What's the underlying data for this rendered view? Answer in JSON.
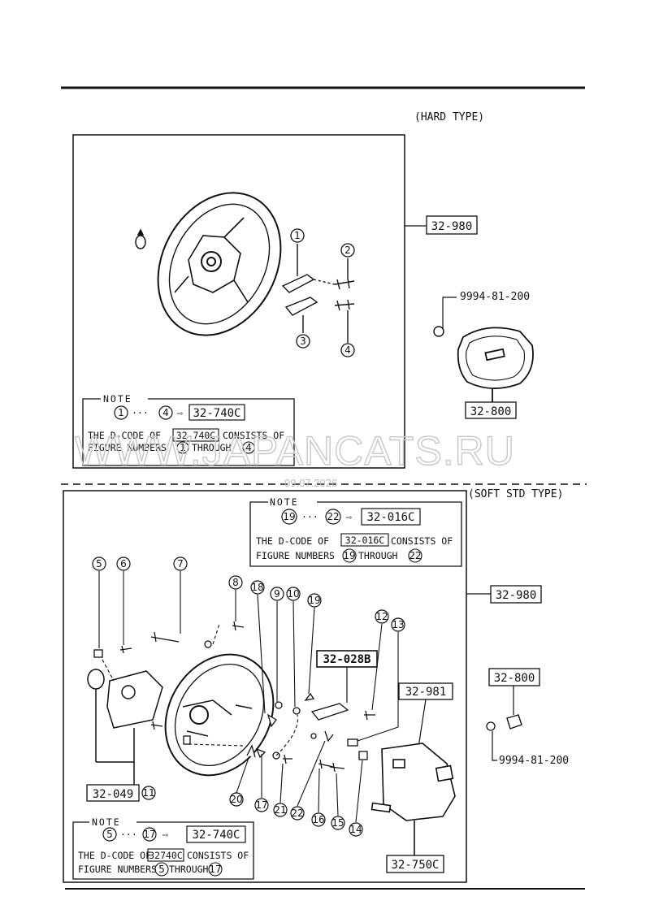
{
  "hard": {
    "header": "(HARD TYPE)",
    "assembly_code": "32-980",
    "pad_code": "32-800",
    "part_number": "9994-81-200",
    "callouts": [
      "1",
      "2",
      "3",
      "4"
    ],
    "note": {
      "title": "NOTE",
      "from": "1",
      "to": "4",
      "code": "32-740C",
      "text_prefix": "THE D-CODE OF",
      "text_code": "32-740C",
      "text_suffix": "CONSISTS OF",
      "line2_prefix": "FIGURE NUMBERS",
      "line2_through": "THROUGH"
    }
  },
  "soft": {
    "header": "(SOFT STD TYPE)",
    "assembly_code": "32-980",
    "pad_code": "32-800",
    "part_number": "9994-81-200",
    "code_028b": "32-028B",
    "code_981": "32-981",
    "code_049": "32-049",
    "code_049_num": "11",
    "code_750c": "32-750C",
    "callouts": [
      "5",
      "6",
      "7",
      "8",
      "18",
      "9",
      "10",
      "19",
      "12",
      "13",
      "20",
      "17",
      "21",
      "22",
      "16",
      "15",
      "14"
    ],
    "note_top": {
      "title": "NOTE",
      "from": "19",
      "to": "22",
      "code": "32-016C",
      "text_prefix": "THE D-CODE OF",
      "text_code": "32-016C",
      "text_suffix": "CONSISTS OF",
      "line2_prefix": "FIGURE NUMBERS",
      "line2_through": "THROUGH"
    },
    "note_bottom": {
      "title": "NOTE",
      "from": "5",
      "to": "17",
      "code": "32-740C",
      "text_prefix": "THE D-CODE OF",
      "text_code": "32740C",
      "text_suffix": "CONSISTS OF",
      "line2_prefix": "FIGURE NUMBERS",
      "line2_through": "THROUGH"
    }
  },
  "watermark": {
    "site": "WWW.JAPANCATS.RU",
    "date": "09.07.2026"
  }
}
